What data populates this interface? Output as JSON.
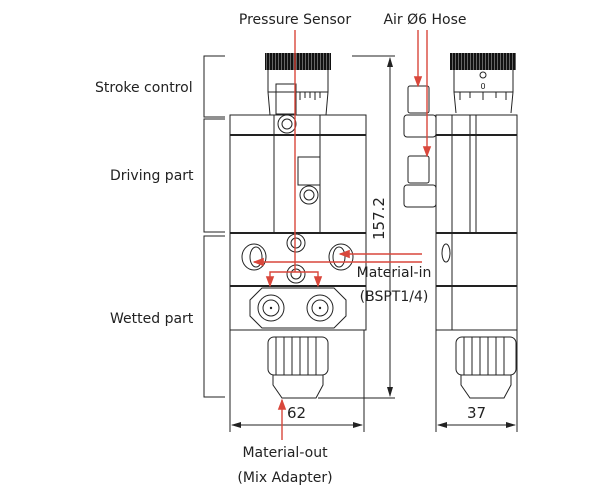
{
  "labels": {
    "pressure_sensor": "Pressure Sensor",
    "air_hose": "Air Ø6 Hose",
    "stroke_control": "Stroke control",
    "driving_part": "Driving part",
    "wetted_part": "Wetted part",
    "material_in": "Material-in",
    "material_in_spec": "(BSPT1/4)",
    "material_out": "Material-out",
    "material_out_spec": "(Mix Adapter)"
  },
  "dimensions": {
    "height": "157.2",
    "front_width": "62",
    "side_width": "37",
    "dial_zero": "0"
  },
  "colors": {
    "callout": "#d9473b",
    "line": "#222222"
  }
}
